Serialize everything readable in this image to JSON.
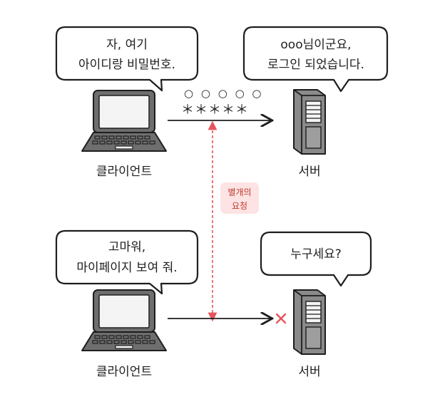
{
  "top": {
    "client_bubble": [
      "자, 여기",
      "아이디랑 비밀번호."
    ],
    "server_bubble": [
      "ooo님이군요,",
      "로그인 되었습니다."
    ],
    "id_symbols": "○ ○ ○ ○ ○",
    "pw_symbols": "＊＊＊＊＊",
    "client_label": "클라이언트",
    "server_label": "서버"
  },
  "bottom": {
    "client_bubble": [
      "고마워,",
      "마이페이지 보여 줘."
    ],
    "server_bubble": [
      "누구세요?"
    ],
    "client_label": "클라이언트",
    "server_label": "서버"
  },
  "separate_note": [
    "별개의",
    "요청"
  ],
  "colors": {
    "accent": "#e8545c",
    "note_bg": "#fde3e3",
    "ink": "#1e1e1e",
    "laptop": "#6e6e6e",
    "screen": "#f4f4f4",
    "server": "#8a8a8a"
  }
}
